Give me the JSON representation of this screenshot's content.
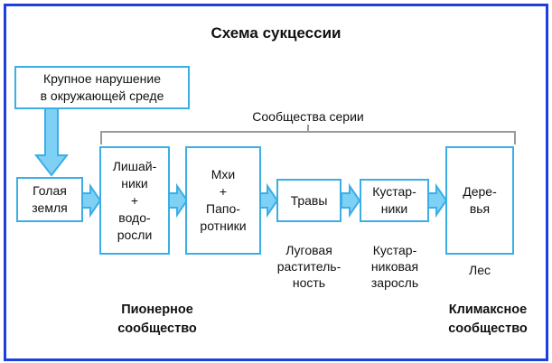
{
  "title": "Схема сукцессии",
  "disturbance": "Крупное нарушение\nв окружающей среде",
  "series_label": "Сообщества серии",
  "stages": [
    {
      "text": "Голая\nземля"
    },
    {
      "text": "Лишай-\nники\n+\nводо-\nросли"
    },
    {
      "text": "Мхи\n+\nПапо-\nротники"
    },
    {
      "text": "Травы"
    },
    {
      "text": "Кустар-\nники"
    },
    {
      "text": "Дере-\nвья"
    }
  ],
  "captions": {
    "grass": "Луговая\nраститель-\nность",
    "shrubs": "Кустар-\nниковая\nзаросль",
    "forest": "Лес"
  },
  "pioneer": "Пионерное\nсообщество",
  "climax": "Климаксное\nсообщество",
  "colors": {
    "frame": "#1e3fe0",
    "box_border": "#3aaee6",
    "arrow_fill": "#7fd0f5"
  }
}
